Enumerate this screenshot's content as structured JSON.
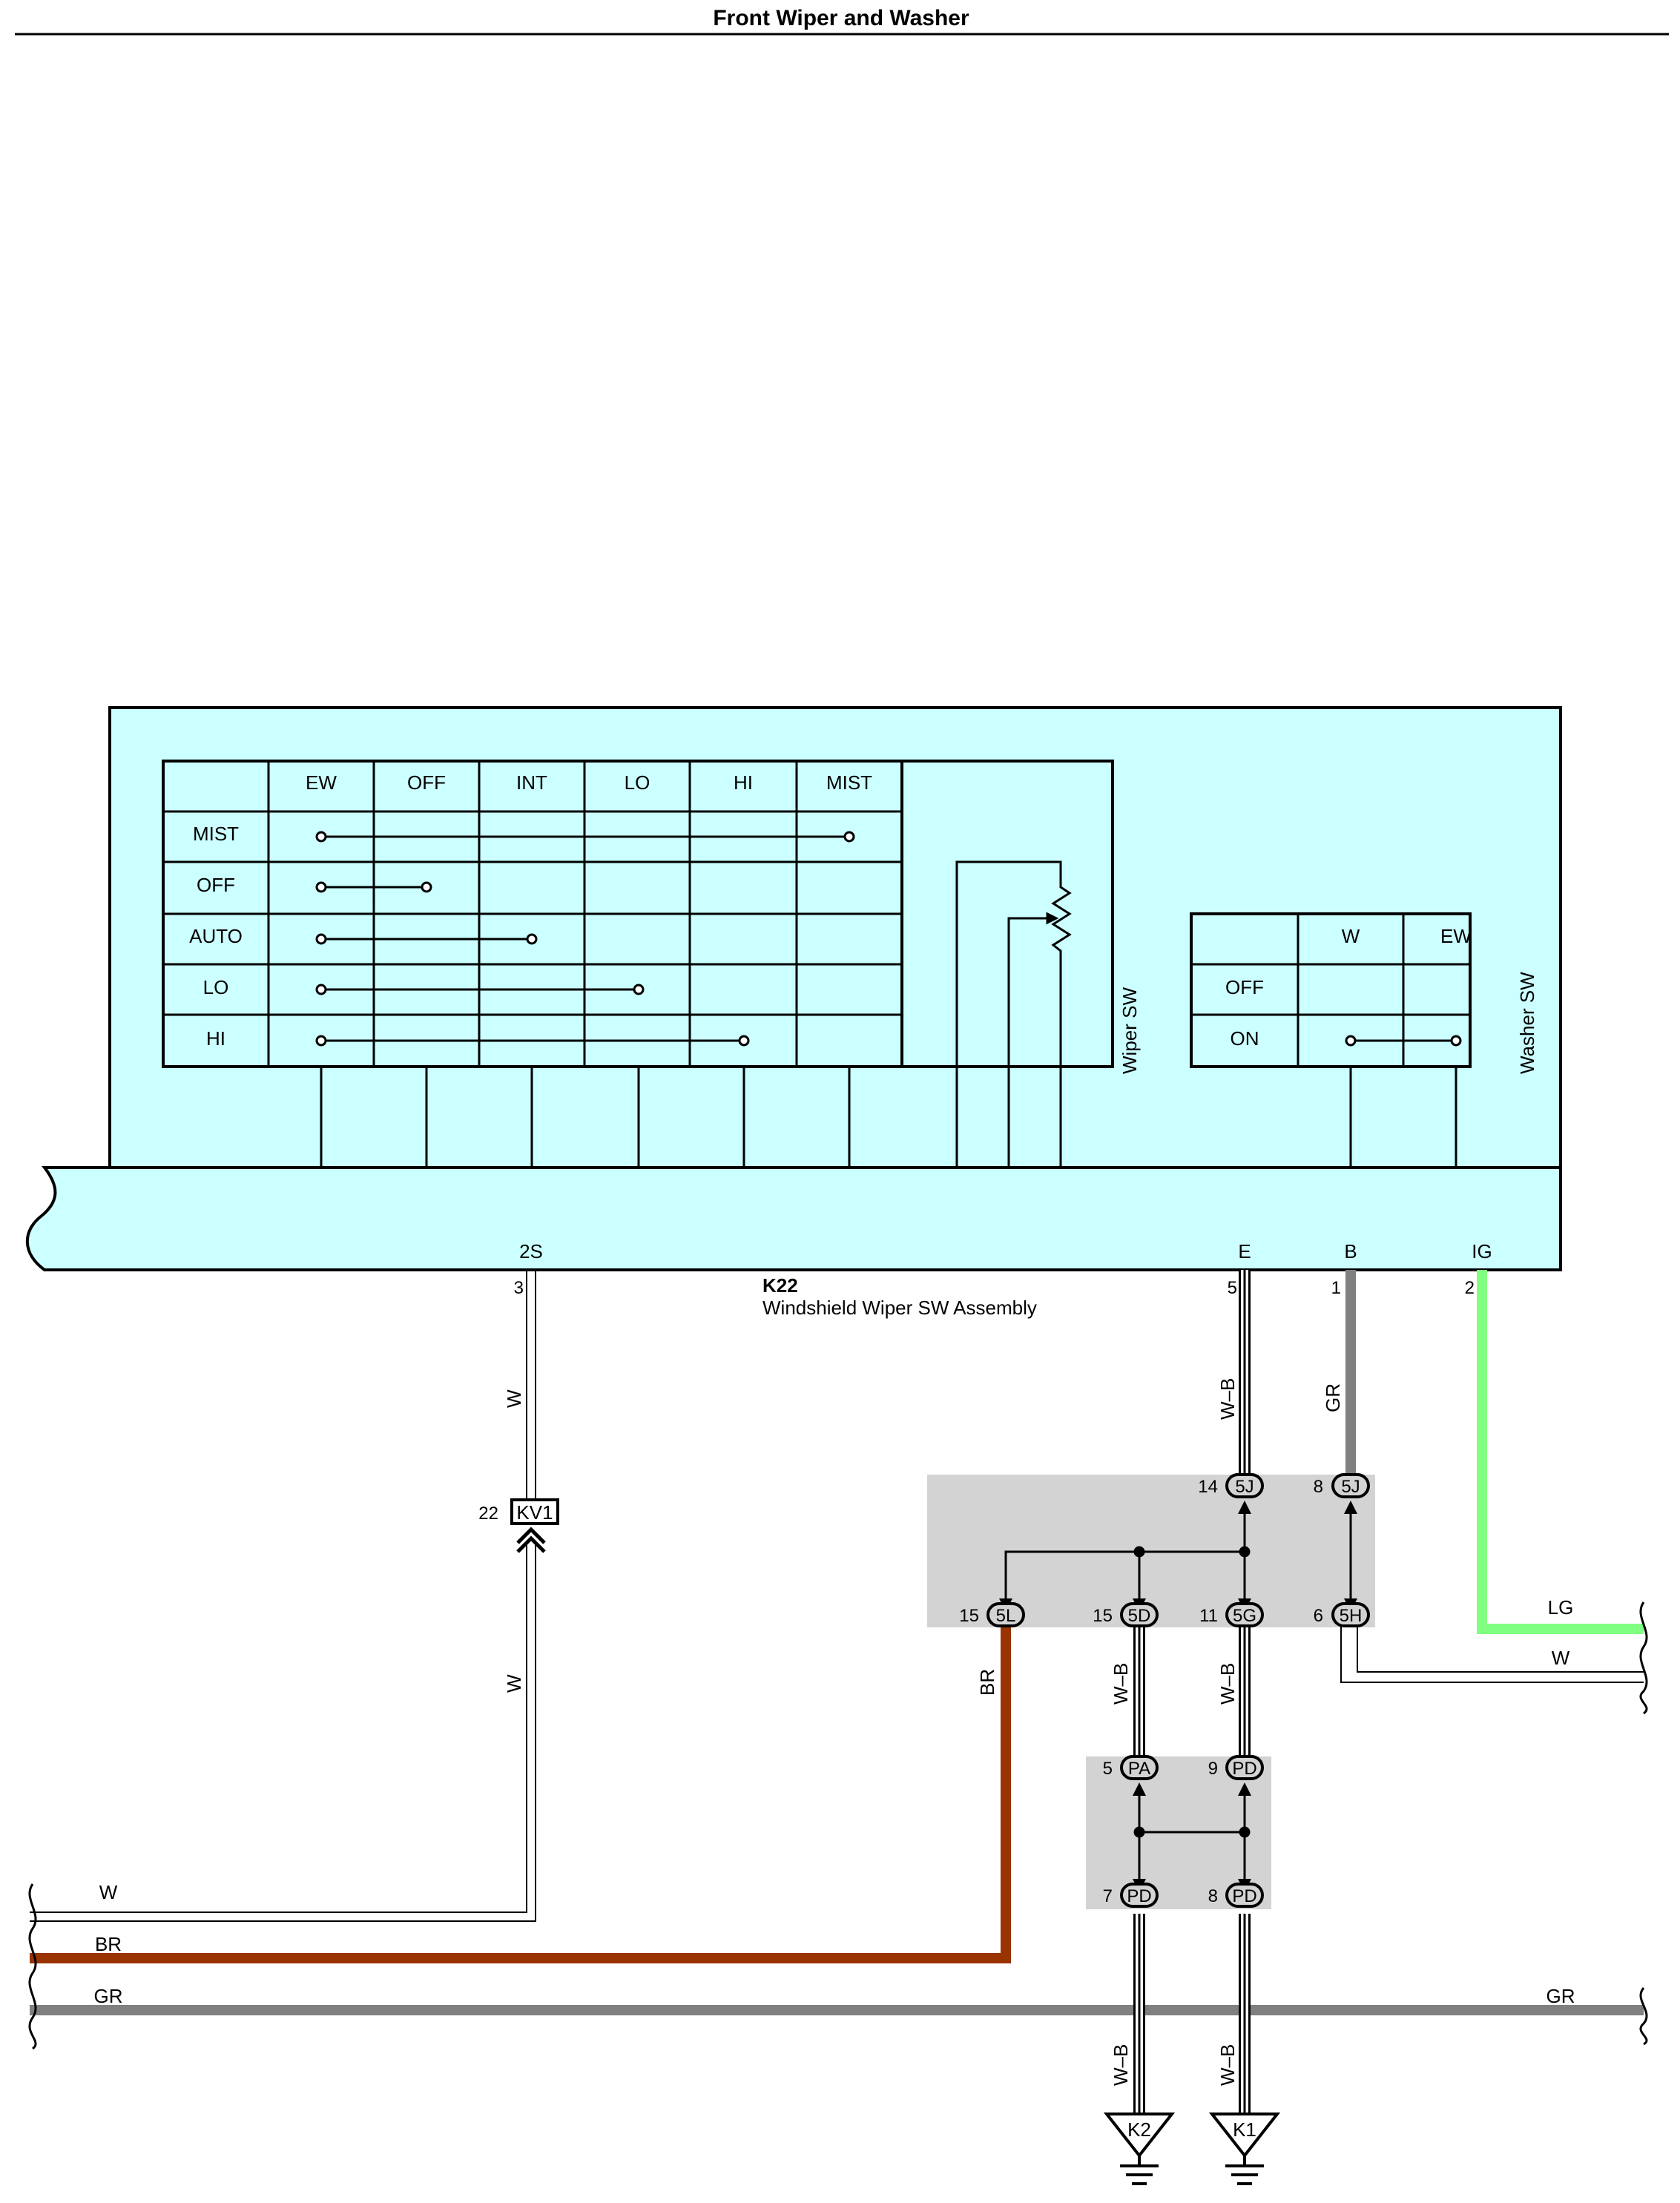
{
  "page": {
    "title": "Front Wiper and Washer"
  },
  "component": {
    "code": "K22",
    "name": "Windshield Wiper SW Assembly",
    "terminals": {
      "t2S": "2S",
      "tE": "E",
      "tB": "B",
      "tIG": "IG"
    },
    "pins": {
      "p2S": "3",
      "pE": "5",
      "pB": "1",
      "pIG": "2"
    }
  },
  "wiper_sw": {
    "label": "Wiper SW",
    "columns": [
      "EW",
      "OFF",
      "INT",
      "LO",
      "HI",
      "MIST"
    ],
    "rows": [
      "MIST",
      "OFF",
      "AUTO",
      "LO",
      "HI"
    ]
  },
  "washer_sw": {
    "label": "Washer SW",
    "columns": [
      "W",
      "EW"
    ],
    "rows": [
      "OFF",
      "ON"
    ]
  },
  "connector_kv1": {
    "label": "KV1",
    "pin": "22"
  },
  "junction_top": {
    "conn_14": {
      "pin": "14",
      "label": "5J"
    },
    "conn_8": {
      "pin": "8",
      "label": "5J"
    },
    "conn_15a": {
      "pin": "15",
      "label": "5L"
    },
    "conn_15b": {
      "pin": "15",
      "label": "5D"
    },
    "conn_11": {
      "pin": "11",
      "label": "5G"
    },
    "conn_6": {
      "pin": "6",
      "label": "5H"
    }
  },
  "junction_bottom": {
    "conn_5": {
      "pin": "5",
      "label": "PA"
    },
    "conn_9": {
      "pin": "9",
      "label": "PD"
    },
    "conn_7": {
      "pin": "7",
      "label": "PD"
    },
    "conn_8": {
      "pin": "8",
      "label": "PD"
    }
  },
  "wire_colors": {
    "w_2s_top": "W",
    "w_2s_bot": "W",
    "wb_e": "W–B",
    "gr_b": "GR",
    "lg_out": "LG",
    "w_out": "W",
    "br_v": "BR",
    "wb_5d": "W–B",
    "wb_5g": "W–B",
    "w_left": "W",
    "br_left": "BR",
    "gr_left": "GR",
    "gr_right": "GR",
    "wb_k2": "W–B",
    "wb_k1": "W–B"
  },
  "grounds": {
    "k2": "K2",
    "k1": "K1"
  },
  "colors": {
    "body_fill": "#ccffff",
    "junction_fill": "#d3d3d3",
    "wire_LG": "#80ff80",
    "wire_GR": "#808080",
    "wire_BR": "#993300"
  }
}
